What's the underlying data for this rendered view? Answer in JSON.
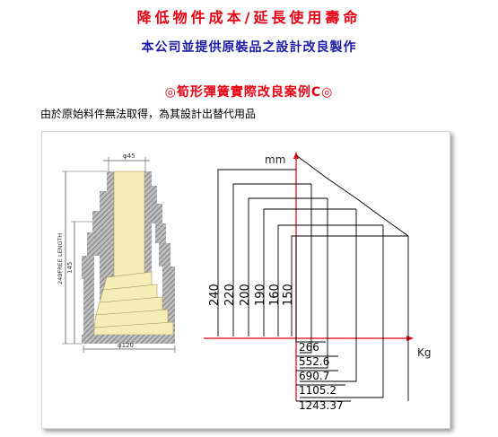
{
  "header": {
    "title": "降低物件成本/延長使用壽命",
    "subtitle": "本公司並提供原裝品之設計改良製作",
    "case_title": "◎筍形彈簧實際改良案例C◎",
    "intro_text": "由於原始料件無法取得，為其設計出替代用品"
  },
  "spring_drawing": {
    "top_diameter": "φ45",
    "bottom_diameter": "φ120",
    "free_length": "240FREE LENGTH",
    "solid_height": "145"
  },
  "load_chart": {
    "y_unit": "mm",
    "x_unit": "Kg",
    "heights": [
      "240",
      "220",
      "200",
      "190",
      "160",
      "150"
    ],
    "loads": [
      "266",
      "552.6",
      "690.7",
      "1105.2",
      "1243.37"
    ]
  },
  "colors": {
    "title_red": "#e60012",
    "subtitle_blue": "#1a1aa6",
    "axis_red": "#e60012",
    "spring_fill": "#f5ecb8"
  }
}
